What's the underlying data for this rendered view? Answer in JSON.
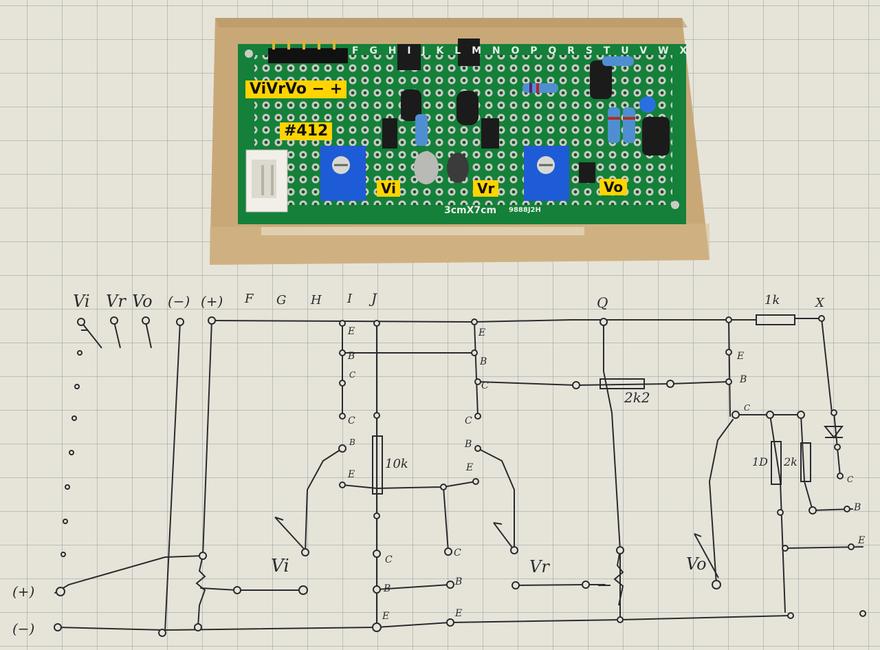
{
  "photo": {
    "subject": "perfboard-circuit-with-handwritten-schematic",
    "colors": {
      "paper": "#e6e4d9",
      "grid": "#7c8590",
      "cardboard": "#c9a878",
      "pcb": "#14803a",
      "label": "#ffd400",
      "trimmer": "#1e5bd6",
      "ink": "#2a2a2e"
    }
  },
  "board": {
    "column_letters": "F G H I J K L M N O P Q R S T U V W X",
    "labels": {
      "main": "ViVrVo − +",
      "id": "#412",
      "vi": "Vi",
      "vr": "Vr",
      "vo": "Vo"
    },
    "silk_size": "3cmX7cm",
    "silk_code": "9888J2H"
  },
  "sketch": {
    "headers": {
      "vi": "Vi",
      "vr": "Vr",
      "vo": "Vo",
      "minus": "(−)",
      "plus": "(+)",
      "f": "F",
      "g": "G",
      "h": "H",
      "i": "I",
      "j": "J",
      "q": "Q",
      "x": "X"
    },
    "parts": {
      "r1k": "1k",
      "r2k2": "2k2",
      "r10k": "10k",
      "r1d": "1D",
      "r2k": "2k"
    },
    "pins": {
      "e": "E",
      "b": "B",
      "c": "C"
    },
    "pots": {
      "vi": "Vi",
      "vr": "Vr",
      "vo": "Vo"
    },
    "rails": {
      "plus": "(+)",
      "minus": "(−)"
    }
  }
}
